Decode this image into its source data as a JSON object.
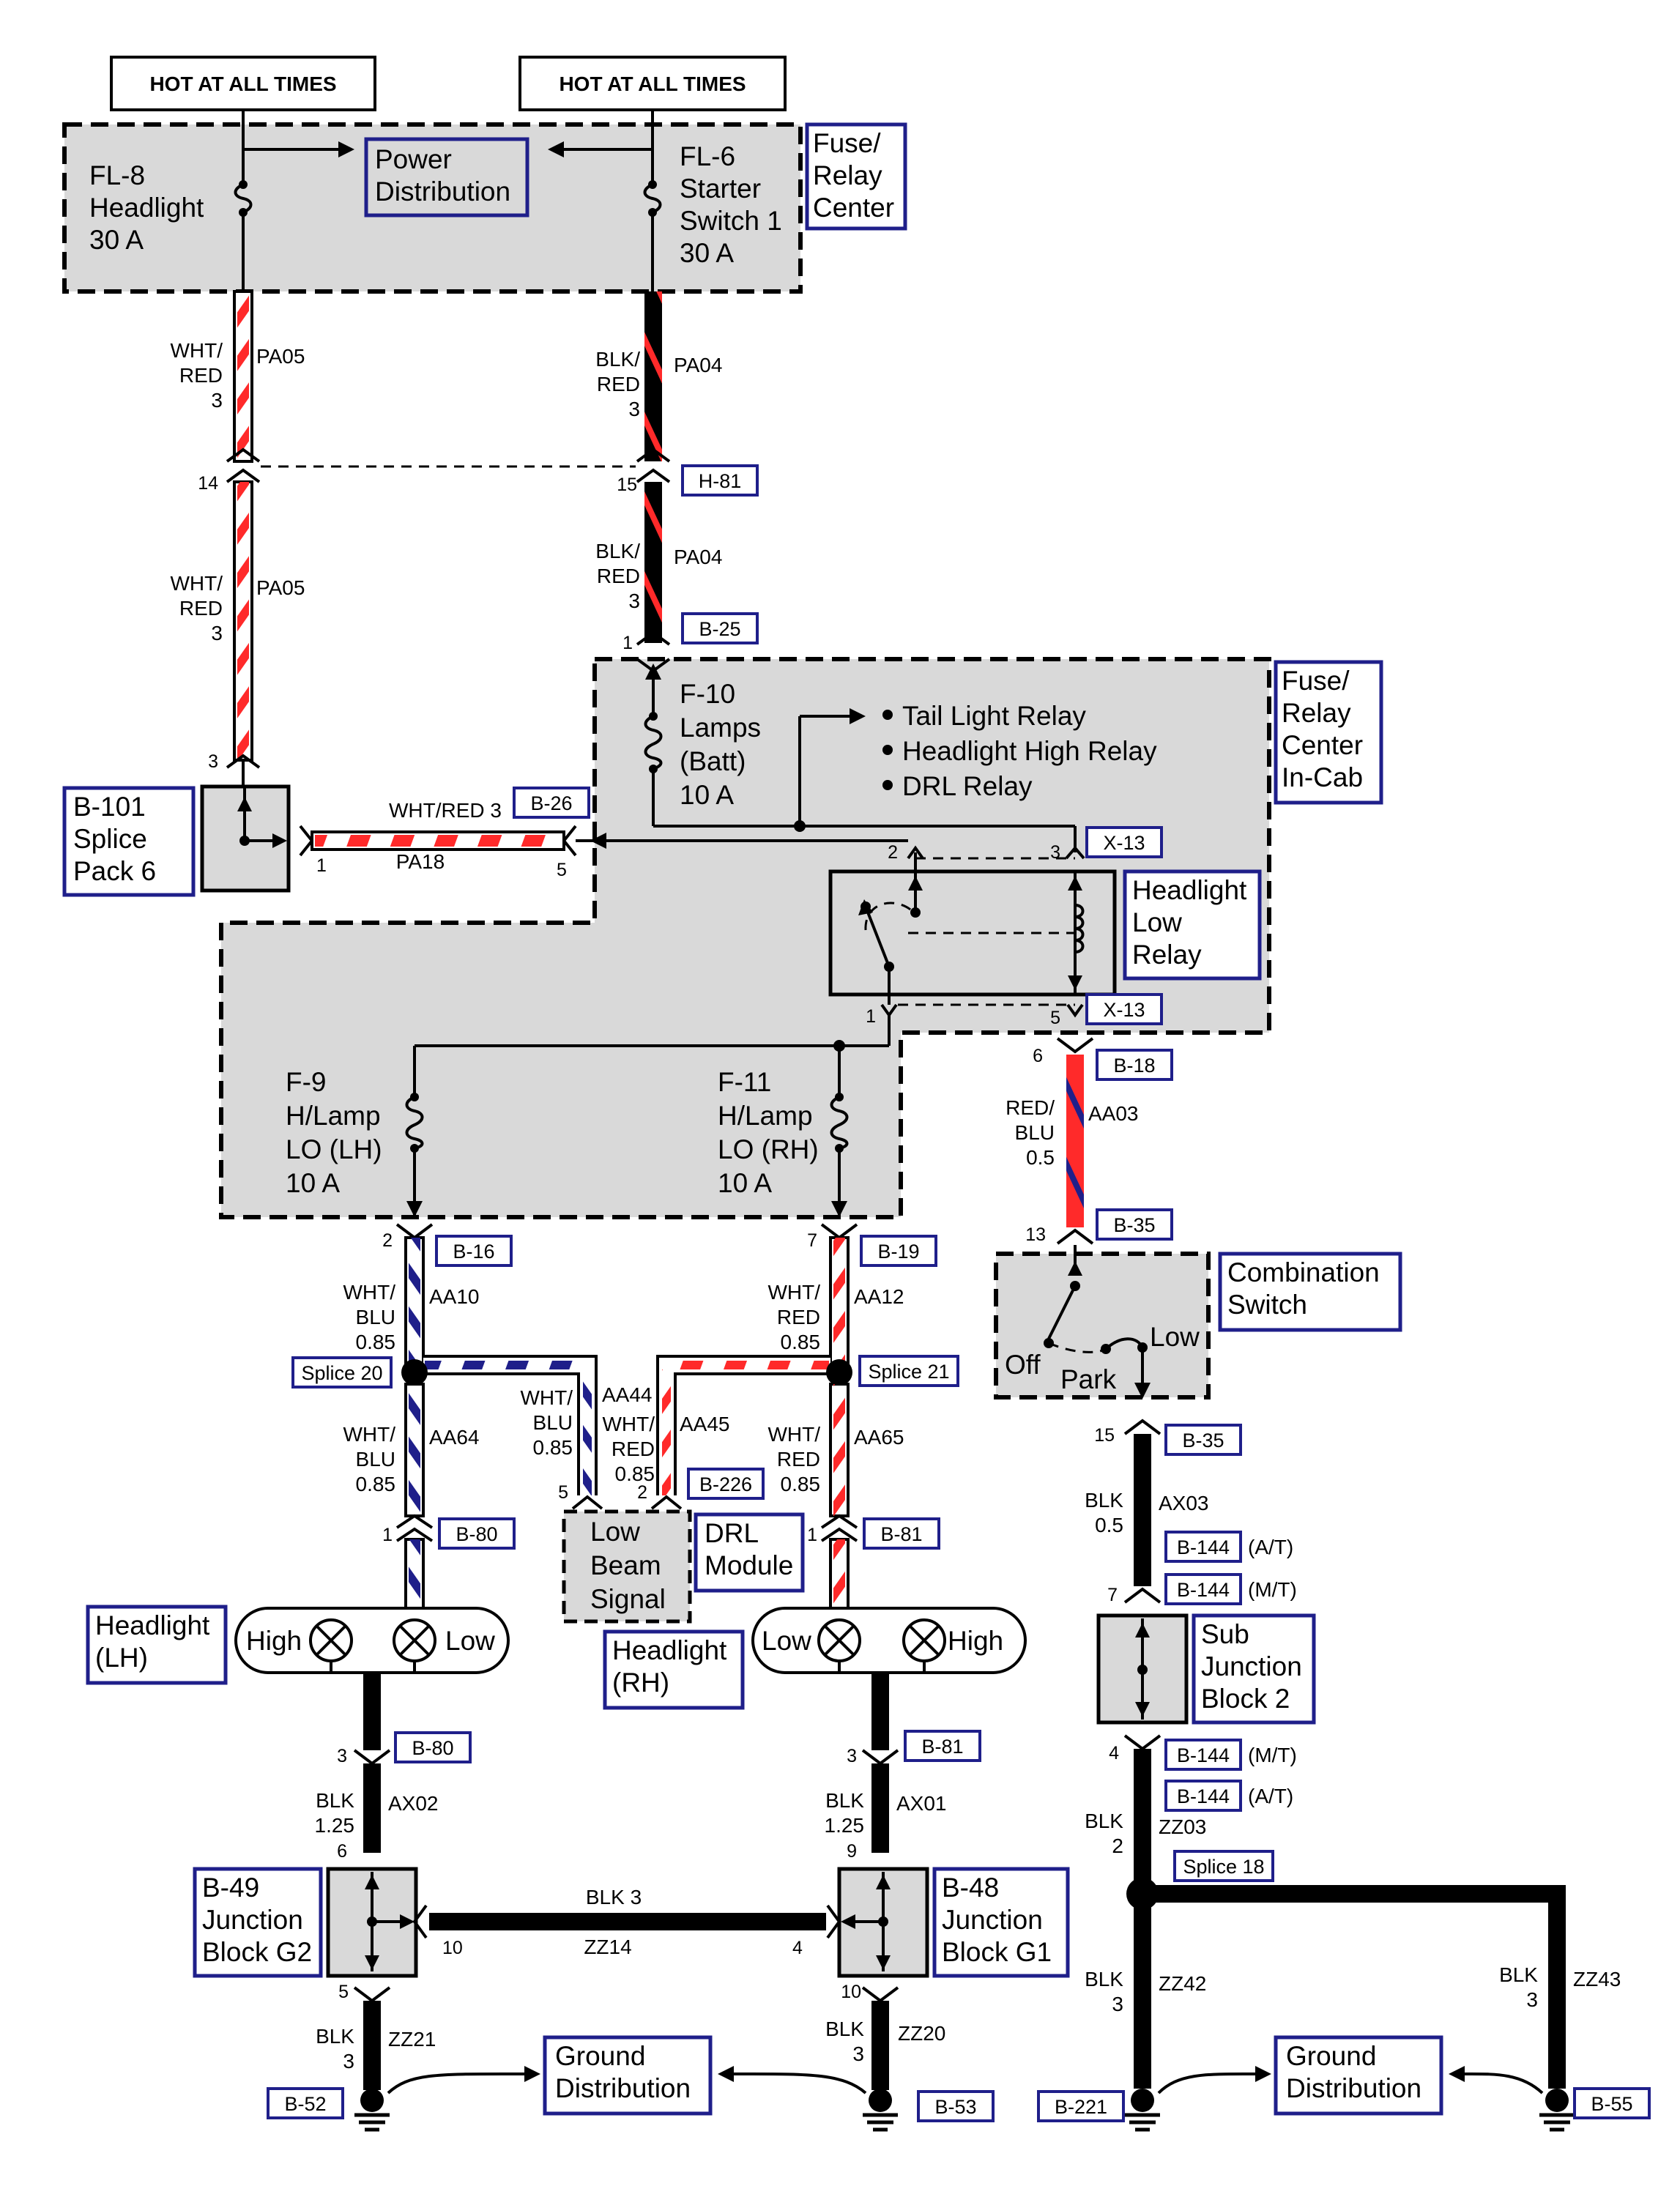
{
  "hot_labels": [
    "HOT AT ALL TIMES",
    "HOT AT ALL TIMES"
  ],
  "fuses": {
    "fl8": [
      "FL-8",
      "Headlight",
      "30 A"
    ],
    "fl6": [
      "FL-6",
      "Starter",
      "Switch 1",
      "30 A"
    ],
    "f10": [
      "F-10",
      "Lamps",
      "(Batt)",
      "10 A"
    ],
    "f9": [
      "F-9",
      "H/Lamp",
      "LO (LH)",
      "10 A"
    ],
    "f11": [
      "F-11",
      "H/Lamp",
      "LO (RH)",
      "10 A"
    ]
  },
  "power_distribution": [
    "Power",
    "Distribution"
  ],
  "fuse_relay_center": [
    "Fuse/",
    "Relay",
    "Center"
  ],
  "fuse_relay_center_incab": [
    "Fuse/",
    "Relay",
    "Center",
    "In-Cab"
  ],
  "relay_list": [
    "Tail Light Relay",
    "Headlight High Relay",
    "DRL Relay"
  ],
  "headlight_low_relay": [
    "Headlight",
    "Low",
    "Relay"
  ],
  "splice_pack": [
    "B-101",
    "Splice",
    "Pack 6"
  ],
  "combination_switch": {
    "title": [
      "Combination",
      "Switch"
    ],
    "off": "Off",
    "park": "Park",
    "low": "Low"
  },
  "low_beam_signal": [
    "Low",
    "Beam",
    "Signal"
  ],
  "drl_module": [
    "DRL",
    "Module"
  ],
  "headlight_lh": {
    "title": [
      "Headlight",
      "(LH)"
    ],
    "high": "High",
    "low": "Low"
  },
  "headlight_rh": {
    "title": [
      "Headlight",
      "(RH)"
    ],
    "high": "High",
    "low": "Low"
  },
  "sub_junction": [
    "Sub",
    "Junction",
    "Block 2"
  ],
  "junction_g2": [
    "B-49",
    "Junction",
    "Block G2"
  ],
  "junction_g1": [
    "B-48",
    "Junction",
    "Block G1"
  ],
  "ground_distribution": [
    "Ground",
    "Distribution"
  ],
  "connectors": {
    "h81": "H-81",
    "b25": "B-25",
    "b26": "B-26",
    "x13a": "X-13",
    "x13b": "X-13",
    "b18": "B-18",
    "b35a": "B-35",
    "b35b": "B-35",
    "b16": "B-16",
    "b19": "B-19",
    "splice20": "Splice 20",
    "splice21": "Splice 21",
    "b226": "B-226",
    "b80a": "B-80",
    "b81a": "B-81",
    "b144a": "B-144",
    "b144b": "B-144",
    "b144c": "B-144",
    "b144d": "B-144",
    "b80b": "B-80",
    "b81b": "B-81",
    "splice18": "Splice 18",
    "b52": "B-52",
    "b53": "B-53",
    "b221": "B-221",
    "b55": "B-55"
  },
  "connector_notes": {
    "at1": "(A/T)",
    "mt1": "(M/T)",
    "mt2": "(M/T)",
    "at2": "(A/T)"
  },
  "wires": {
    "pa05a": [
      "WHT/",
      "RED",
      "3",
      "PA05"
    ],
    "pa04a": [
      "BLK/",
      "RED",
      "3",
      "PA04"
    ],
    "pa05b": [
      "WHT/",
      "RED",
      "3",
      "PA05"
    ],
    "pa04b": [
      "BLK/",
      "RED",
      "3",
      "PA04"
    ],
    "pa18": [
      "WHT/RED 3",
      "PA18"
    ],
    "aa03": [
      "RED/",
      "BLU",
      "0.5",
      "AA03"
    ],
    "aa10": [
      "WHT/",
      "BLU",
      "0.85",
      "AA10"
    ],
    "aa12": [
      "WHT/",
      "RED",
      "0.85",
      "AA12"
    ],
    "aa64": [
      "WHT/",
      "BLU",
      "0.85",
      "AA64"
    ],
    "aa44": [
      "WHT/",
      "BLU",
      "0.85",
      "AA44"
    ],
    "aa45": [
      "WHT/",
      "RED",
      "0.85",
      "AA45"
    ],
    "aa65": [
      "WHT/",
      "RED",
      "0.85",
      "AA65"
    ],
    "ax03": [
      "BLK",
      "0.5",
      "AX03"
    ],
    "ax02": [
      "BLK",
      "1.25",
      "AX02"
    ],
    "ax01": [
      "BLK",
      "1.25",
      "AX01"
    ],
    "zz14": [
      "BLK 3",
      "ZZ14"
    ],
    "zz03": [
      "BLK",
      "2",
      "ZZ03"
    ],
    "zz21": [
      "BLK",
      "3",
      "ZZ21"
    ],
    "zz20": [
      "BLK",
      "3",
      "ZZ20"
    ],
    "zz42": [
      "BLK",
      "3",
      "ZZ42"
    ],
    "zz43": [
      "BLK",
      "3",
      "ZZ43"
    ]
  },
  "pins": {
    "p14": "14",
    "p15": "15",
    "p1a": "1",
    "p3a": "3",
    "p1b": "1",
    "p5a": "5",
    "p2a": "2",
    "p3b": "3",
    "p1c": "1",
    "p5b": "5",
    "p6a": "6",
    "p13": "13",
    "p2b": "2",
    "p7a": "7",
    "p15b": "15",
    "p5c": "5",
    "p2c": "2",
    "p1d": "1",
    "p1e": "1",
    "p7b": "7",
    "p4a": "4",
    "p3c": "3",
    "p3d": "3",
    "p6b": "6",
    "p9": "9",
    "p10a": "10",
    "p4b": "4",
    "p5d": "5",
    "p10b": "10"
  },
  "colors": {
    "red": "#ff2a2a",
    "blue": "#1f1f8a",
    "gray": "#d9d9d9"
  }
}
